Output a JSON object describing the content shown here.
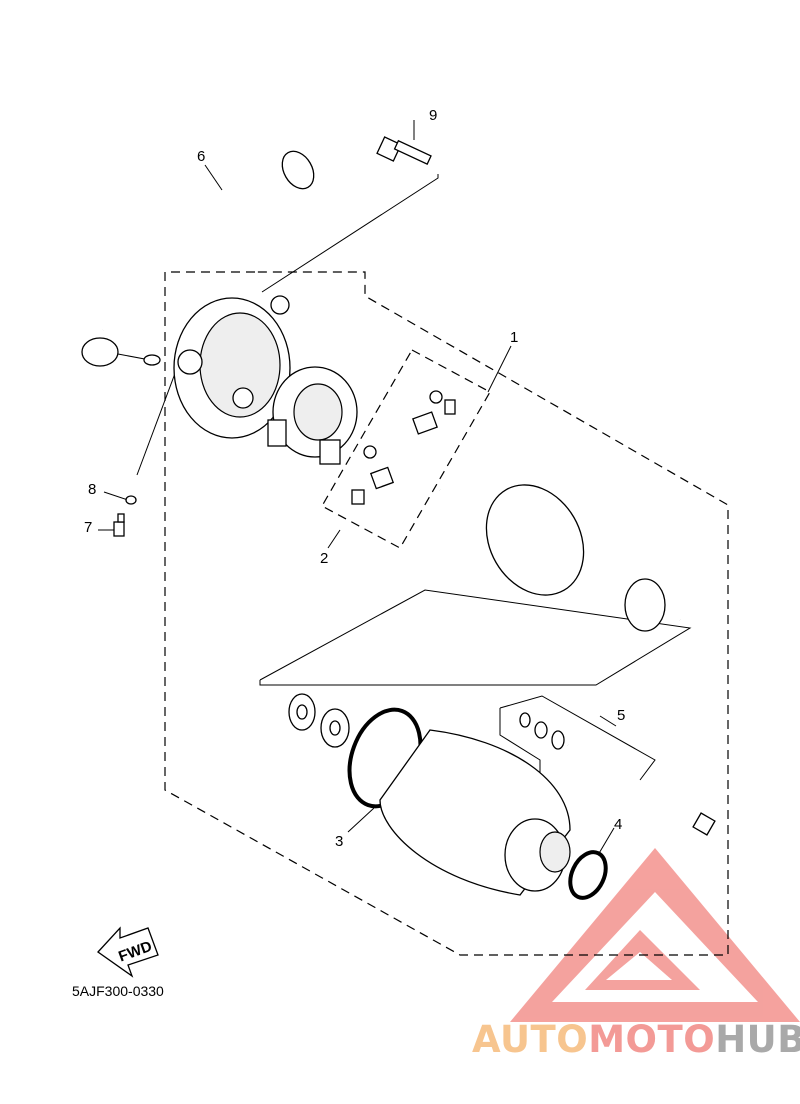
{
  "callouts": {
    "c1": "1",
    "c2": "2",
    "c3": "3",
    "c4": "4",
    "c5": "5",
    "c6": "6",
    "c7": "7",
    "c8": "8",
    "c9": "9"
  },
  "fwd_label": "FWD",
  "diagram_code": "5AJF300-0330",
  "watermark": {
    "part1": "AUTO",
    "part2": "MOTO",
    "part3": "HUB"
  },
  "colors": {
    "watermark_red": "#f28b86",
    "watermark_orange": "#f7c58f",
    "watermark_gray": "#a9a9a9"
  }
}
